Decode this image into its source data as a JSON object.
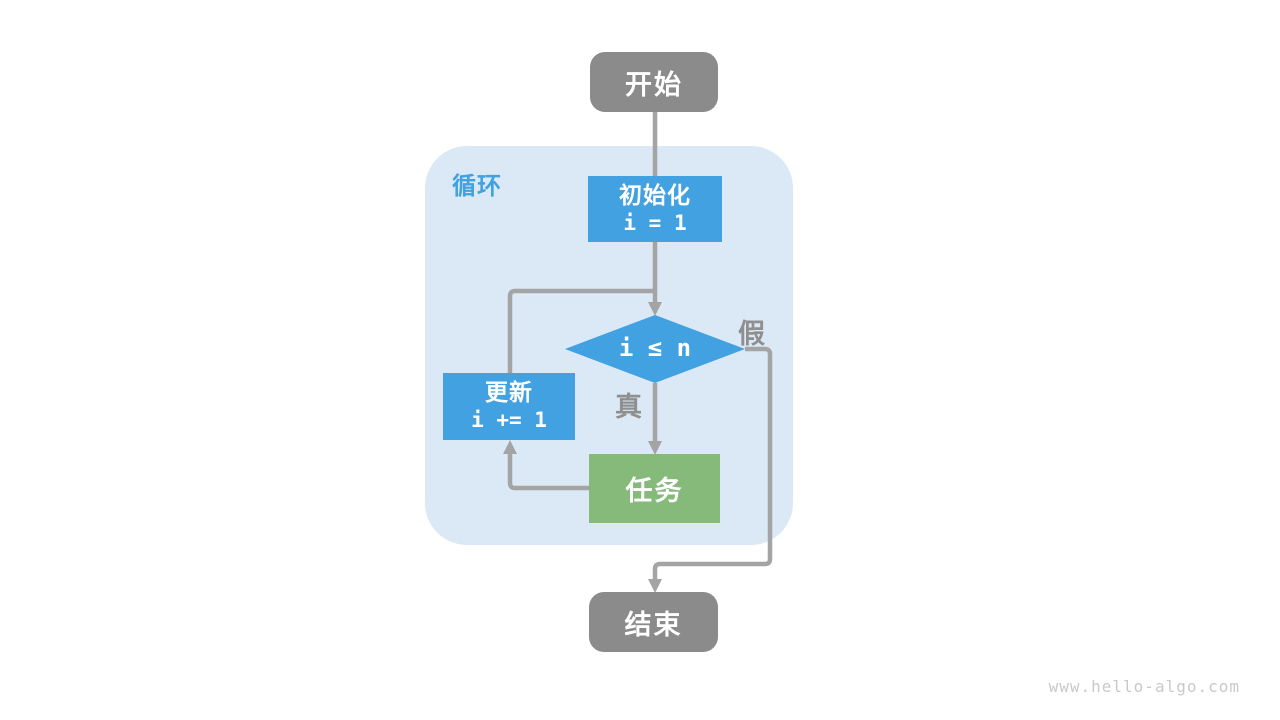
{
  "diagram": {
    "loop_label": "循环",
    "nodes": {
      "start": "开始",
      "init": {
        "line1": "初始化",
        "line2": "i = 1"
      },
      "condition": "i ≤ n",
      "update": {
        "line1": "更新",
        "line2": "i += 1"
      },
      "task": "任务",
      "end": "结束"
    },
    "edge_labels": {
      "true": "真",
      "false": "假"
    }
  },
  "watermark": "www.hello-algo.com",
  "colors": {
    "node_blue": "#42a1e0",
    "node_green": "#85ba7b",
    "node_gray": "#8b8b8b",
    "loop_container_bg": "#dbe9f6",
    "edge_gray": "#a4a4a4",
    "edge_label_gray": "#8f8f8f",
    "loop_label_blue": "#42a1e0",
    "watermark_gray": "#c9c9c9"
  }
}
